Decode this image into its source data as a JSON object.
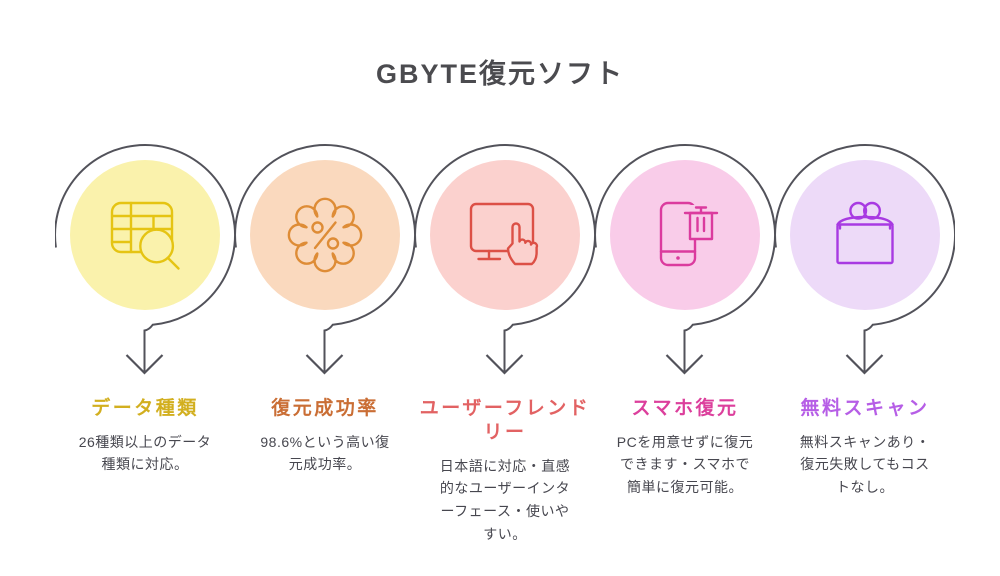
{
  "title": "GBYTE復元ソフト",
  "arrow_color": "#52525a",
  "items": [
    {
      "icon": "table-search-icon",
      "heading": "データ種類",
      "body": "26種類以上のデータ種類に対応。",
      "colors": {
        "circle_fill": "#faf2ac",
        "icon_stroke": "#e5c413",
        "heading": "#d2af1f"
      }
    },
    {
      "icon": "percent-badge-icon",
      "heading": "復元成功率",
      "body": "98.6%という高い復元成功率。",
      "colors": {
        "circle_fill": "#fad9be",
        "icon_stroke": "#de8c36",
        "heading": "#ca6e35"
      }
    },
    {
      "icon": "monitor-tap-icon",
      "heading": "ユーザーフレンドリー",
      "body": "日本語に対応・直感的なユーザーインターフェース・使いやすい。",
      "colors": {
        "circle_fill": "#fbd1ce",
        "icon_stroke": "#dc5046",
        "heading": "#e26263"
      }
    },
    {
      "icon": "phone-trash-icon",
      "heading": "スマホ復元",
      "body": "PCを用意せずに復元できます・スマホで簡単に復元可能。",
      "colors": {
        "circle_fill": "#f9cce9",
        "icon_stroke": "#db3b9e",
        "heading": "#dc3f9c"
      }
    },
    {
      "icon": "coin-purse-icon",
      "heading": "無料スキャン",
      "body": "無料スキャンあり・復元失敗してもコストなし。",
      "colors": {
        "circle_fill": "#eddaf8",
        "icon_stroke": "#a83ae2",
        "heading": "#b65ee6"
      }
    }
  ]
}
